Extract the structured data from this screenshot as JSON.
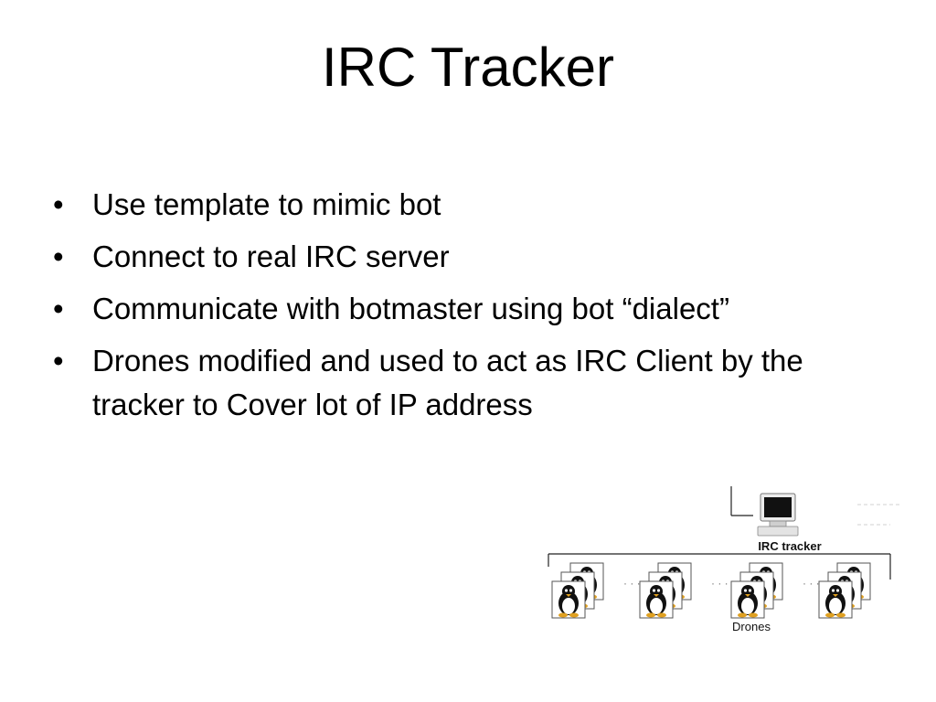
{
  "slide": {
    "title": "IRC Tracker",
    "bullets": [
      {
        "text": "Use template to mimic bot"
      },
      {
        "text": "Connect to real IRC server"
      },
      {
        "text": "Communicate with botmaster using bot “dialect”"
      },
      {
        "text": "Drones modified and used to act as IRC Client by the tracker to Cover lot of IP address"
      }
    ],
    "bullet_glyph": "•"
  },
  "diagram": {
    "tracker_label": "IRC tracker",
    "drones_label": "Drones",
    "ellipsis": "· · ·",
    "tracker_icon": "computer-icon",
    "drone_icon": "penguin-icon",
    "drone_group_count": 4
  }
}
